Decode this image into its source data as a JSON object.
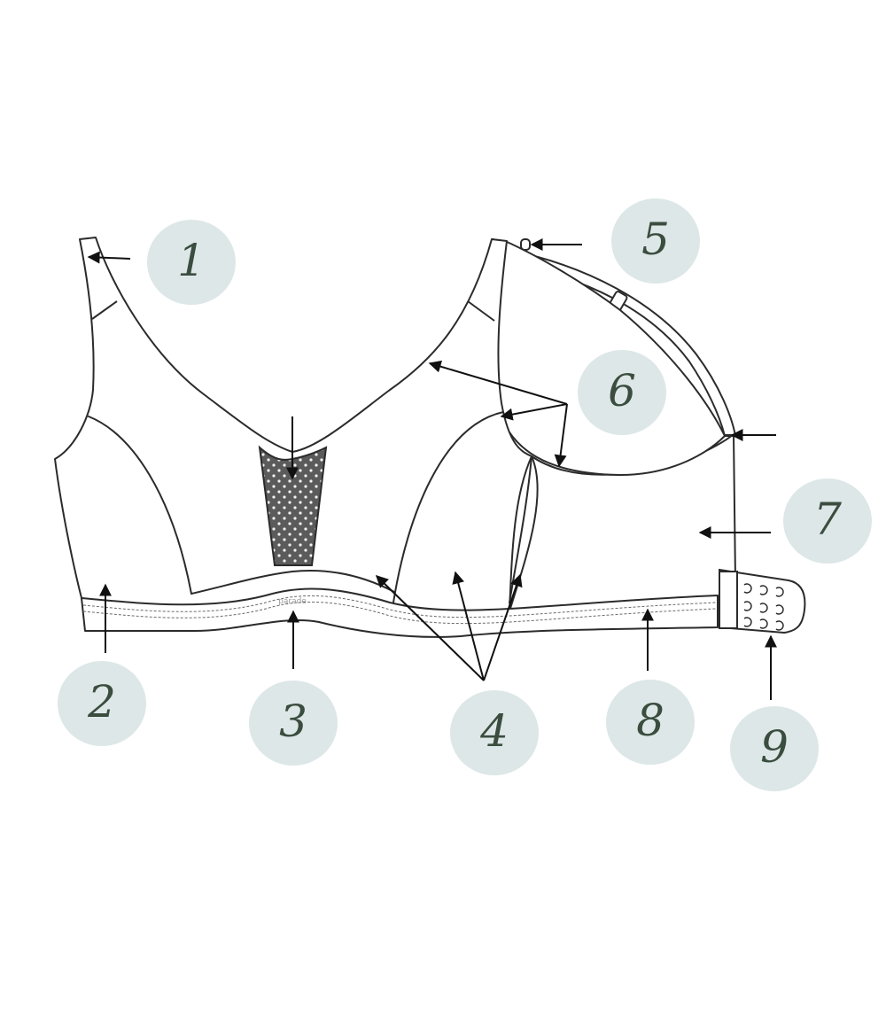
{
  "diagram": {
    "callouts": [
      {
        "id": "callout-1",
        "label": "1"
      },
      {
        "id": "callout-2",
        "label": "2"
      },
      {
        "id": "callout-3",
        "label": "3"
      },
      {
        "id": "callout-4",
        "label": "4"
      },
      {
        "id": "callout-5",
        "label": "5"
      },
      {
        "id": "callout-6",
        "label": "6"
      },
      {
        "id": "callout-7",
        "label": "7"
      },
      {
        "id": "callout-8",
        "label": "8"
      },
      {
        "id": "callout-9",
        "label": "9"
      }
    ],
    "band_logo": "parade",
    "colors": {
      "callout_fill": "#dde7e7",
      "callout_text": "#3a4d3f",
      "mesh_fill": "#5b5b5b",
      "outline": "#2b2b2b"
    }
  }
}
